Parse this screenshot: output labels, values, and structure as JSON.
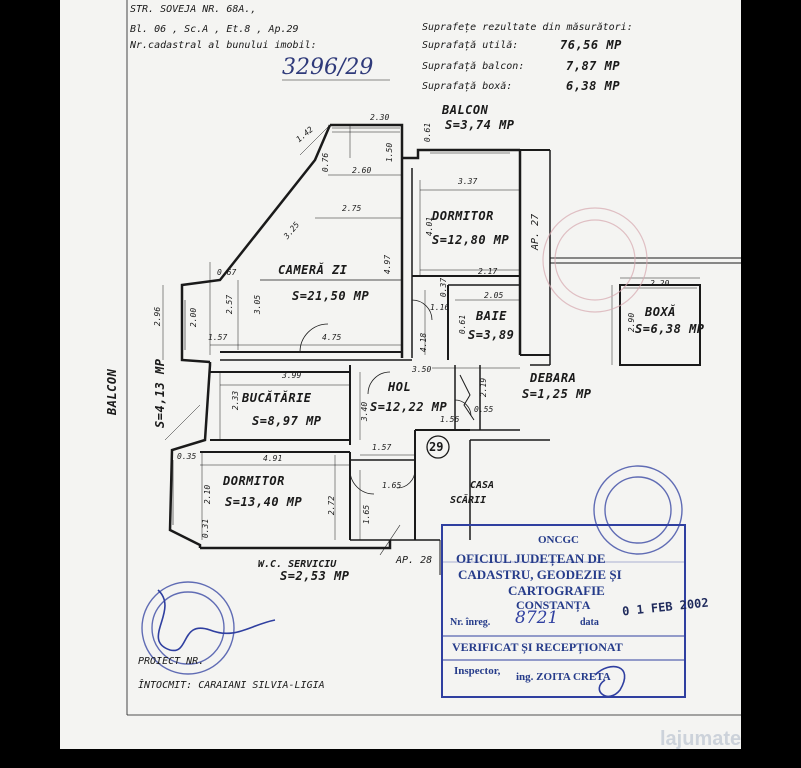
{
  "header": {
    "line1": "STR. SOVEJA  NR. 68A.,",
    "line2": "Bl. 06 , Sc.A , Et.8 , Ap.29",
    "line3": "Nr.cadastral al bunului imobil:",
    "cadastral_number": "3296/29"
  },
  "summary": {
    "title": "Suprafețe rezultate din măsurători:",
    "rows": [
      {
        "label": "Suprafață utilă:",
        "value": "76,56 MP"
      },
      {
        "label": "Suprafață balcon:",
        "value": "7,87 MP"
      },
      {
        "label": "Suprafață boxă:",
        "value": "6,38 MP"
      }
    ]
  },
  "rooms": {
    "balcon_top": {
      "name": "BALCON",
      "area": "S=3,74 MP"
    },
    "dormitor1": {
      "name": "DORMITOR",
      "area": "S=12,80 MP"
    },
    "camera_zi": {
      "name": "CAMERĂ ZI",
      "area": "S=21,50 MP"
    },
    "baie": {
      "name": "BAIE",
      "area": "S=3,89"
    },
    "bucatarie": {
      "name": "BUCĂTĂRIE",
      "area": "S=8,97 MP"
    },
    "hol": {
      "name": "HOL",
      "area": "S=12,22 MP"
    },
    "debara": {
      "name": "DEBARA",
      "area": "S=1,25 MP"
    },
    "dormitor2": {
      "name": "DORMITOR",
      "area": "S=13,40 MP"
    },
    "wc": {
      "name": "W.C. SERVICIU",
      "area": "S=2,53 MP"
    },
    "balcon_left": {
      "name": "BALCON",
      "area": "S=4,13 MP"
    },
    "casa_scarii": {
      "name1": "CASA",
      "name2": "SCĂRII"
    },
    "boxa": {
      "name": "BOXĂ",
      "area": "S=6,38 MP"
    }
  },
  "labels": {
    "ap27": "AP. 27",
    "ap28": "AP. 28",
    "ap_number": "29",
    "footer_project": "PROIECT NR.",
    "footer_author": "ÎNTOCMIT: CARAIANI SILVIA-LIGIA"
  },
  "dimensions": [
    "1.42",
    "2.30",
    "0.61",
    "1.50",
    "0.76",
    "2.60",
    "2.75",
    "3.25",
    "3.37",
    "4.01",
    "4.97",
    "0.67",
    "2.57",
    "3.05",
    "2.96",
    "2.00",
    "1.57",
    "4.75",
    "2.17",
    "0.37",
    "2.05",
    "1.16",
    "0.61",
    "4.18",
    "3.50",
    "3.99",
    "2.33",
    "3.40",
    "2.19",
    "0.55",
    "1.56",
    "4.91",
    "1.57",
    "1.65",
    "1.65",
    "2.10",
    "0.31",
    "2.72",
    "0.35",
    "2.20",
    "2.90"
  ],
  "stamp": {
    "line1": "ONCGC",
    "line2": "OFICIUL JUDEȚEAN DE",
    "line3": "CADASTRU, GEODEZIE ȘI",
    "line4": "CARTOGRAFIE",
    "line5": "CONSTANȚA",
    "nr_label": "Nr. înreg.",
    "nr_value": "8721",
    "data_label": "data",
    "date": "0 1 FEB 2002",
    "verified": "VERIFICAT ȘI RECEPȚIONAT",
    "inspector_label": "Inspector,",
    "inspector_name": "ing. ZOITA CRETA"
  },
  "watermark": "lajumate.ro",
  "colors": {
    "ink": "#1a1a1a",
    "stamp": "#253b8a",
    "page": "#f4f4f2",
    "frame": "#000000"
  }
}
